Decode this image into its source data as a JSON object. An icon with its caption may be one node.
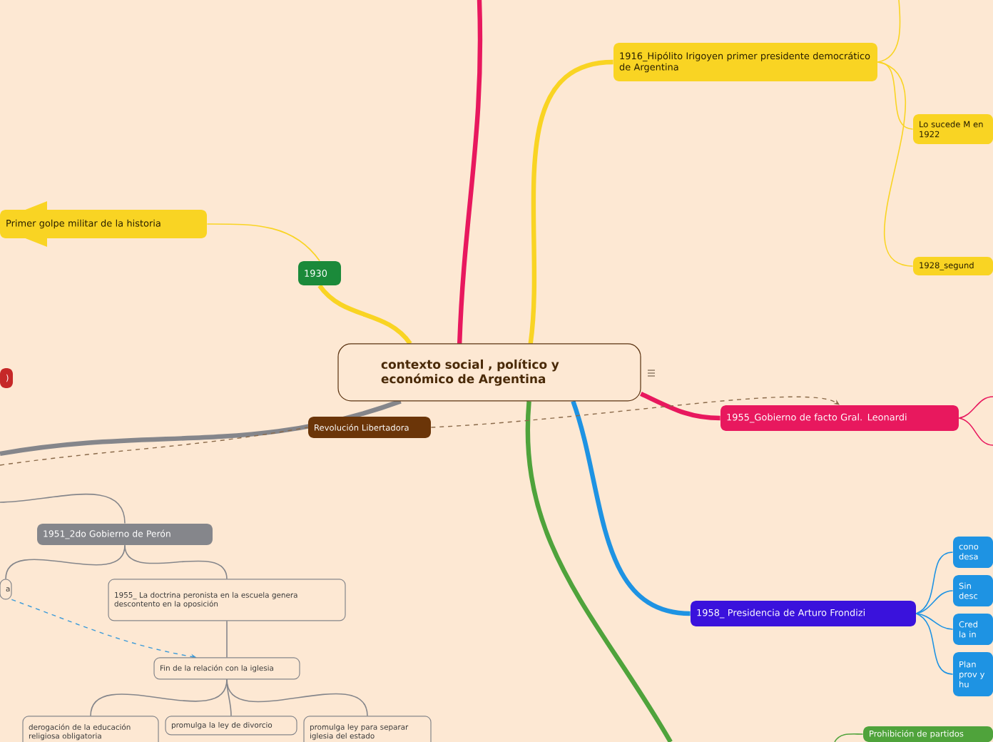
{
  "diagram": {
    "nodes": [
      {
        "text": [
          "contexto social , político y económico de Argentina"
        ]
      },
      {
        "text": [
          "1930"
        ]
      },
      {
        "text": [
          "Primer golpe militar de la historia"
        ]
      },
      {
        "text": [
          "1916_Hipólito Irigoyen primer presidente democrático de Argentina"
        ]
      },
      {
        "text": [
          "Lo sucede M en 1922"
        ]
      },
      {
        "text": [
          "1928_segund"
        ]
      },
      {
        "text": [
          "1955_Gobierno de facto Gral. Leonardi"
        ]
      },
      {
        "text": [
          "1958_ Presidencia de Arturo Frondizi"
        ]
      },
      {
        "text": [
          "cono desa"
        ]
      },
      {
        "text": [
          "Sin desc"
        ]
      },
      {
        "text": [
          "Cred la in"
        ]
      },
      {
        "text": [
          "Plan prov y hu"
        ]
      },
      {
        "text": [
          "Prohibición de partidos"
        ]
      },
      {
        "text": [
          "Revolución Libertadora"
        ]
      },
      {
        "text": [
          ")"
        ]
      },
      {
        "text": [
          "1951_2do Gobierno de Perón"
        ]
      },
      {
        "text": [
          "a"
        ]
      },
      {
        "text": [
          "1955_ La doctrina peronista en la escuela genera descontento en la oposición"
        ]
      },
      {
        "text": [
          "Fin de la relación con la iglesia"
        ]
      },
      {
        "text": [
          "derogación de la educación religiosa obligatoria"
        ]
      },
      {
        "text": [
          "promulga la ley de divorcio"
        ]
      },
      {
        "text": [
          "promulga ley para separar iglesia del estado"
        ]
      }
    ],
    "edges": [
      {
        "from": 0,
        "to": 1,
        "arrow": "none",
        "style": "thick",
        "color": "#f9d423"
      },
      {
        "from": 1,
        "to": 2,
        "arrow": "none",
        "color": "#f9d423"
      },
      {
        "from": 0,
        "to": 3,
        "arrow": "none",
        "style": "thick",
        "color": "#f9d423"
      },
      {
        "from": 3,
        "to": 4,
        "arrow": "none",
        "color": "#f9d423"
      },
      {
        "from": 3,
        "to": 5,
        "arrow": "none",
        "color": "#f9d423"
      },
      {
        "from": 3,
        "to": null,
        "arrow": "none",
        "color": "#f9d423"
      },
      {
        "from": 0,
        "to": null,
        "arrow": "none",
        "style": "thick",
        "color": "#e8185e"
      },
      {
        "from": 0,
        "to": 6,
        "arrow": "none",
        "style": "thick",
        "color": "#e8185e"
      },
      {
        "from": 6,
        "to": null,
        "arrow": "none",
        "color": "#e8185e"
      },
      {
        "from": 6,
        "to": null,
        "arrow": "none",
        "color": "#e8185e"
      },
      {
        "from": 0,
        "to": 7,
        "arrow": "none",
        "style": "thick",
        "color": "#1e93e3"
      },
      {
        "from": 7,
        "to": 8,
        "arrow": "none",
        "color": "#1e93e3"
      },
      {
        "from": 7,
        "to": 9,
        "arrow": "none",
        "color": "#1e93e3"
      },
      {
        "from": 7,
        "to": 10,
        "arrow": "none",
        "color": "#1e93e3"
      },
      {
        "from": 7,
        "to": 11,
        "arrow": "none",
        "color": "#1e93e3"
      },
      {
        "from": 0,
        "to": null,
        "arrow": "none",
        "style": "thick",
        "color": "#4fa33b"
      },
      {
        "from": 0,
        "to": null,
        "arrow": "none",
        "style": "thick",
        "color": "#85868b"
      },
      {
        "from": null,
        "to": 13,
        "arrow": "none",
        "style": "dashed",
        "color": "#8a6a4a"
      },
      {
        "from": 13,
        "to": 6,
        "arrow": "to",
        "style": "dashed",
        "color": "#8a6a4a"
      },
      {
        "from": null,
        "to": 15,
        "arrow": "none",
        "color": "#85868b"
      },
      {
        "from": 15,
        "to": 16,
        "arrow": "none",
        "color": "#85868b"
      },
      {
        "from": 15,
        "to": 17,
        "arrow": "none",
        "color": "#85868b"
      },
      {
        "from": 17,
        "to": 18,
        "arrow": "none",
        "color": "#85868b"
      },
      {
        "from": 18,
        "to": 19,
        "arrow": "none",
        "color": "#85868b"
      },
      {
        "from": 18,
        "to": 20,
        "arrow": "none",
        "color": "#85868b"
      },
      {
        "from": 18,
        "to": 21,
        "arrow": "none",
        "color": "#85868b"
      },
      {
        "from": 16,
        "to": 18,
        "arrow": "to",
        "style": "dashed",
        "color": "#3a9ad9"
      },
      {
        "from": null,
        "to": 12,
        "arrow": "none",
        "color": "#4fa33b"
      }
    ]
  }
}
